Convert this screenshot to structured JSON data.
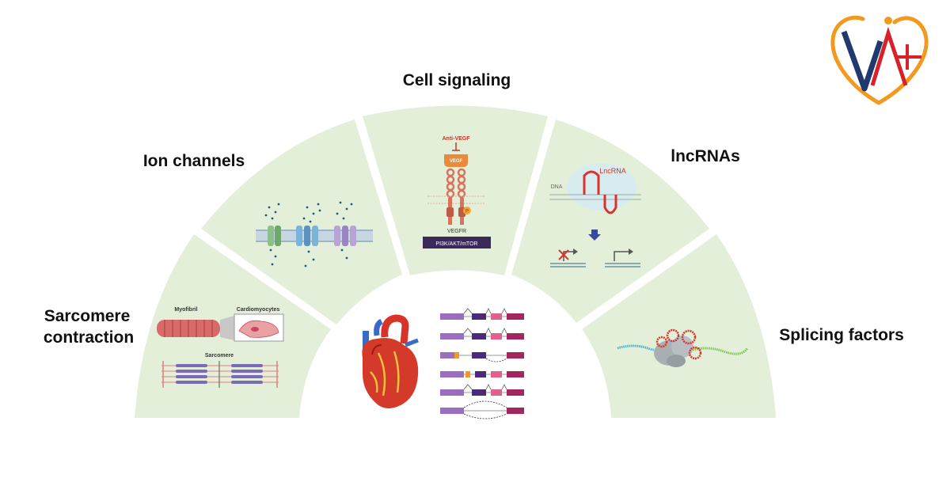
{
  "categories": {
    "cell_signaling": "Cell signaling",
    "ion_channels": "Ion channels",
    "lncrnas": "lncRNAs",
    "sarcomere_line1": "Sarcomere",
    "sarcomere_line2": "contraction",
    "splicing_factors": "Splicing factors"
  },
  "cell_signaling_panel": {
    "anti_vegf": "Anti-VEGF",
    "vegf": "VEGF",
    "vegfr": "VEGFR",
    "pathway": "PI3K/AKT/mTOR",
    "phospho": "P"
  },
  "lncrna_panel": {
    "dna": "DNA",
    "lncrna": "LncRNA"
  },
  "sarcomere_panel": {
    "myofibril": "Myofibril",
    "cardiomyocytes": "Cardiomyocytes",
    "sarcomere": "Sarcomere"
  },
  "colors": {
    "panel_fill": "#e4efd9",
    "logo_orange": "#f29a1f",
    "logo_navy": "#1e3a6e",
    "logo_red": "#d6232a",
    "exon_purple": "#9b6fc0",
    "exon_dark": "#4a2a7a",
    "exon_pink": "#e0628a",
    "exon_magenta": "#a3275e"
  }
}
